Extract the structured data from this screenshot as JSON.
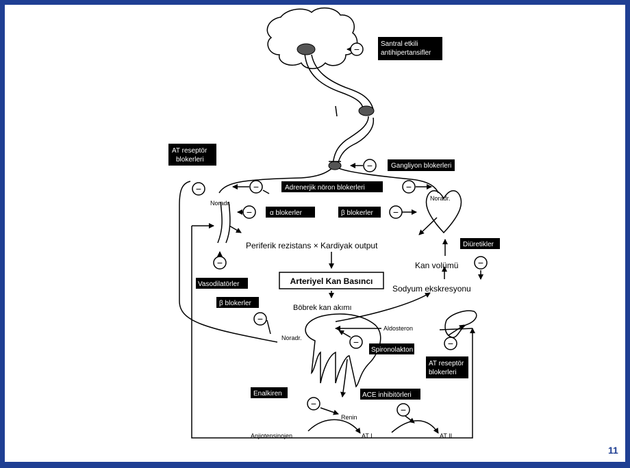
{
  "slide": {
    "page_number": "11",
    "border_color": "#1f3f93"
  },
  "labels": {
    "santral_1": "Santral etkili",
    "santral_2": "antihipertansifler",
    "gangliyon": "Gangliyon blokerleri",
    "at_reseptor_1": "AT reseptör",
    "at_reseptor_2": "blokerleri",
    "adrenerjik": "Adrenerjik nöron blokerleri",
    "noradr_left": "Noradr.",
    "noradr_right": "Noradr.",
    "noradr_bottom": "Noradr.",
    "alfa": "α blokerler",
    "beta_top": "β blokerler",
    "diuretikler": "Diüretikler",
    "periferik": "Periferik rezistans × Kardiyak output",
    "kan_volumu": "Kan volümü",
    "vasodilatorler": "Vasodilatörler",
    "arteriyel": "Arteriyel Kan Basıncı",
    "sodyum": "Sodyum ekskresyonu",
    "bobrek": "Böbrek kan akımı",
    "beta_bottom": "β blokerler",
    "aldosteron": "Aldosteron",
    "spironolakton": "Spironolakton",
    "at_reseptor2_1": "AT reseptör",
    "at_reseptor2_2": "blokerleri",
    "enalkiren": "Enalkiren",
    "ace": "ACE inhibitörleri",
    "renin": "Renin",
    "anjiotensinojen": "Anjiotensinojen",
    "at1": "AT I",
    "at2": "AT II",
    "minus": "−"
  }
}
